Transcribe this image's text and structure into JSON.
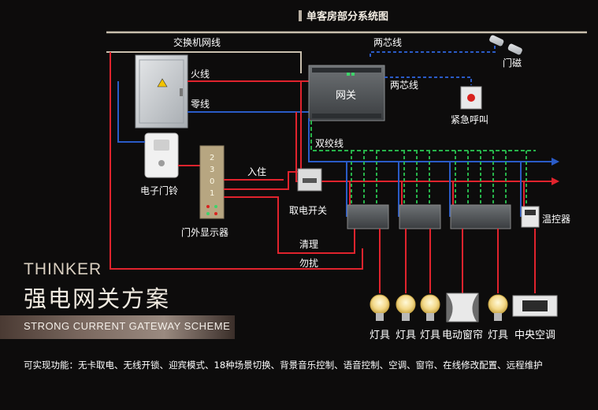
{
  "diagram": {
    "title": "单客房部分系统图",
    "labels": {
      "switch_network": "交换机网线",
      "two_core_top": "两芯线",
      "door_sensor": "门磁",
      "live_wire": "火线",
      "neutral_wire": "零线",
      "gateway": "网关",
      "two_core_mid": "两芯线",
      "emergency_call": "紧急呼叫",
      "twisted_pair": "双绞线",
      "doorbell": "电子门铃",
      "check_in": "入住",
      "card_switch": "取电开关",
      "thermostat": "温控器",
      "door_display": "门外显示器",
      "clean": "清理",
      "dnd": "勿扰",
      "display_digits": [
        "2",
        "3",
        "0",
        "1"
      ]
    },
    "devices": [
      {
        "label": "灯具"
      },
      {
        "label": "灯具"
      },
      {
        "label": "灯具"
      },
      {
        "label": "电动窗帘"
      },
      {
        "label": "灯具"
      },
      {
        "label": "中央空调"
      }
    ]
  },
  "brand": "THINKER",
  "scheme_title": "强电网关方案",
  "scheme_subtitle": "STRONG CURRENT GATEWAY SCHEME",
  "features": "可实现功能：无卡取电、无线开锁、迎宾模式、18种场景切换、背景音乐控制、语音控制、空调、窗帘、在线修改配置、远程维护",
  "colors": {
    "live": "#e0232d",
    "neutral": "#2a5bc7",
    "network": "#c9bfae",
    "twisted": "#27b34a"
  }
}
